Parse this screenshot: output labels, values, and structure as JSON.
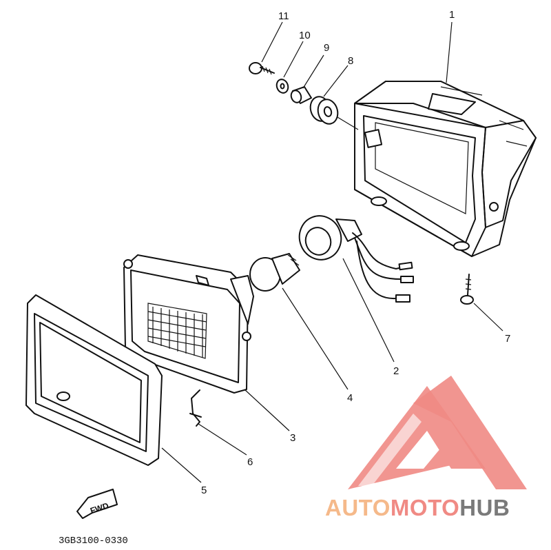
{
  "diagram": {
    "callouts": [
      "1",
      "2",
      "3",
      "4",
      "5",
      "6",
      "7",
      "8",
      "9",
      "10",
      "11"
    ],
    "part_code": "3GB3100-0330",
    "fwd_label": "FWD"
  },
  "watermark": {
    "text_part1": "AUTO",
    "text_part2": "MOTO",
    "text_part3": "HUB",
    "color_primary": "#f08a84",
    "color_secondary": "#f5b98a",
    "color_tertiary": "#7a7a7a"
  }
}
